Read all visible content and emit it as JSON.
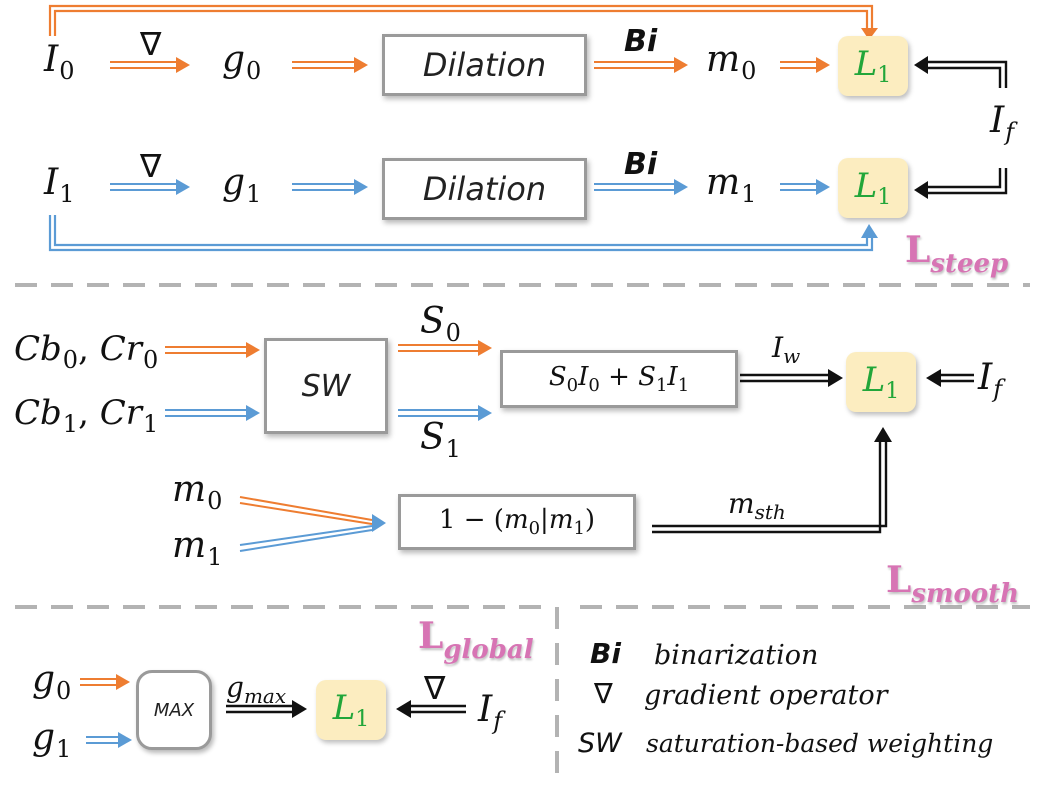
{
  "colors": {
    "orange": "#ee7d31",
    "blue": "#5b9bd5",
    "black": "#111111",
    "loss_pink": "#d774b4",
    "l1_fill": "#fcedc0",
    "l1_text": "#22a63a",
    "box_border": "#9a9a9a",
    "divider": "#b3b3b3"
  },
  "steep": {
    "row0": {
      "input": "I",
      "input_sub": "0",
      "grad_symbol": "∇",
      "grad": "g",
      "grad_sub": "0",
      "op": "Dilation",
      "bi": "Bi",
      "mask": "m",
      "mask_sub": "0"
    },
    "row1": {
      "input": "I",
      "input_sub": "1",
      "grad_symbol": "∇",
      "grad": "g",
      "grad_sub": "1",
      "op": "Dilation",
      "bi": "Bi",
      "mask": "m",
      "mask_sub": "1"
    },
    "fused": "I",
    "fused_sub": "f",
    "loss_top": {
      "name": "L",
      "sub": "1"
    },
    "loss_bottom": {
      "name": "L",
      "sub": "1"
    },
    "label": {
      "name": "L",
      "sub": "steep"
    }
  },
  "smooth": {
    "in0_a": "Cb",
    "in0_a_sub": "0",
    "in0_b": "Cr",
    "in0_b_sub": "0",
    "in1_a": "Cb",
    "in1_a_sub": "1",
    "in1_b": "Cr",
    "in1_b_sub": "1",
    "sw": "SW",
    "s0": "S",
    "s0_sub": "0",
    "s1": "S",
    "s1_sub": "1",
    "weighted": {
      "s0": "S",
      "s0_sub": "0",
      "i0": "I",
      "i0_sub": "0",
      "plus": "+",
      "s1": "S",
      "s1_sub": "1",
      "i1": "I",
      "i1_sub": "1"
    },
    "iw": "I",
    "iw_sub": "w",
    "m0": "m",
    "m0_sub": "0",
    "m1": "m",
    "m1_sub": "1",
    "mask_expr": {
      "one": "1",
      "minus": "−",
      "open": "(",
      "m0": "m",
      "m0_sub": "0",
      "bar": "|",
      "m1": "m",
      "m1_sub": "1",
      "close": ")"
    },
    "msth": "m",
    "msth_sub": "sth",
    "fused": "I",
    "fused_sub": "f",
    "loss": {
      "name": "L",
      "sub": "1"
    },
    "label": {
      "name": "L",
      "sub": "smooth"
    }
  },
  "global": {
    "g0": "g",
    "g0_sub": "0",
    "g1": "g",
    "g1_sub": "1",
    "max": "MAX",
    "gmax": "g",
    "gmax_sub": "max",
    "loss": {
      "name": "L",
      "sub": "1"
    },
    "grad_symbol": "∇",
    "fused": "I",
    "fused_sub": "f",
    "label": {
      "name": "L",
      "sub": "global"
    }
  },
  "legend": [
    {
      "key": "Bi",
      "text": "binarization"
    },
    {
      "key": "∇",
      "text": "gradient operator"
    },
    {
      "key": "SW",
      "text": "saturation-based weighting"
    }
  ]
}
